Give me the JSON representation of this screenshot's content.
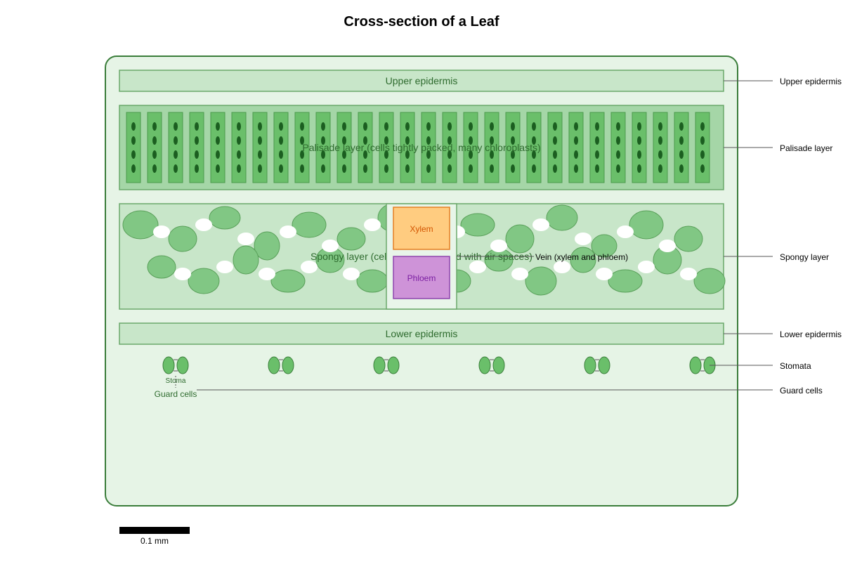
{
  "title": "Cross-section of a Leaf",
  "layers": {
    "upper_epidermis": "Upper epidermis",
    "palisade": "Palisade layer (cells tightly packed, many chloroplasts)",
    "spongy": "Spongy layer (cells loosely packed with air spaces)",
    "lower_epidermis": "Lower epidermis"
  },
  "vein": {
    "xylem": "Xylem",
    "phloem": "Phloem",
    "label": "Vein (xylem and phloem)"
  },
  "stoma": {
    "label": "Stoma",
    "guard_cells": "Guard cells"
  },
  "callouts": {
    "upper_epidermis": "Upper epidermis",
    "palisade": "Palisade layer",
    "spongy": "Spongy layer",
    "lower_epidermis": "Lower epidermis",
    "stomata": "Stomata",
    "guard_cells": "Guard cells"
  },
  "scale_bar": "0.1 mm",
  "colors": {
    "leaf_border": "#3a7d3a",
    "leaf_fill": "#e6f4e6",
    "epidermis_fill": "#c8e6c9",
    "palisade_cell": "#6abf6a",
    "chloroplast": "#1b5e20",
    "spongy_cell": "#81c784",
    "xylem": "#ffcc80",
    "phloem": "#ce93d8"
  }
}
